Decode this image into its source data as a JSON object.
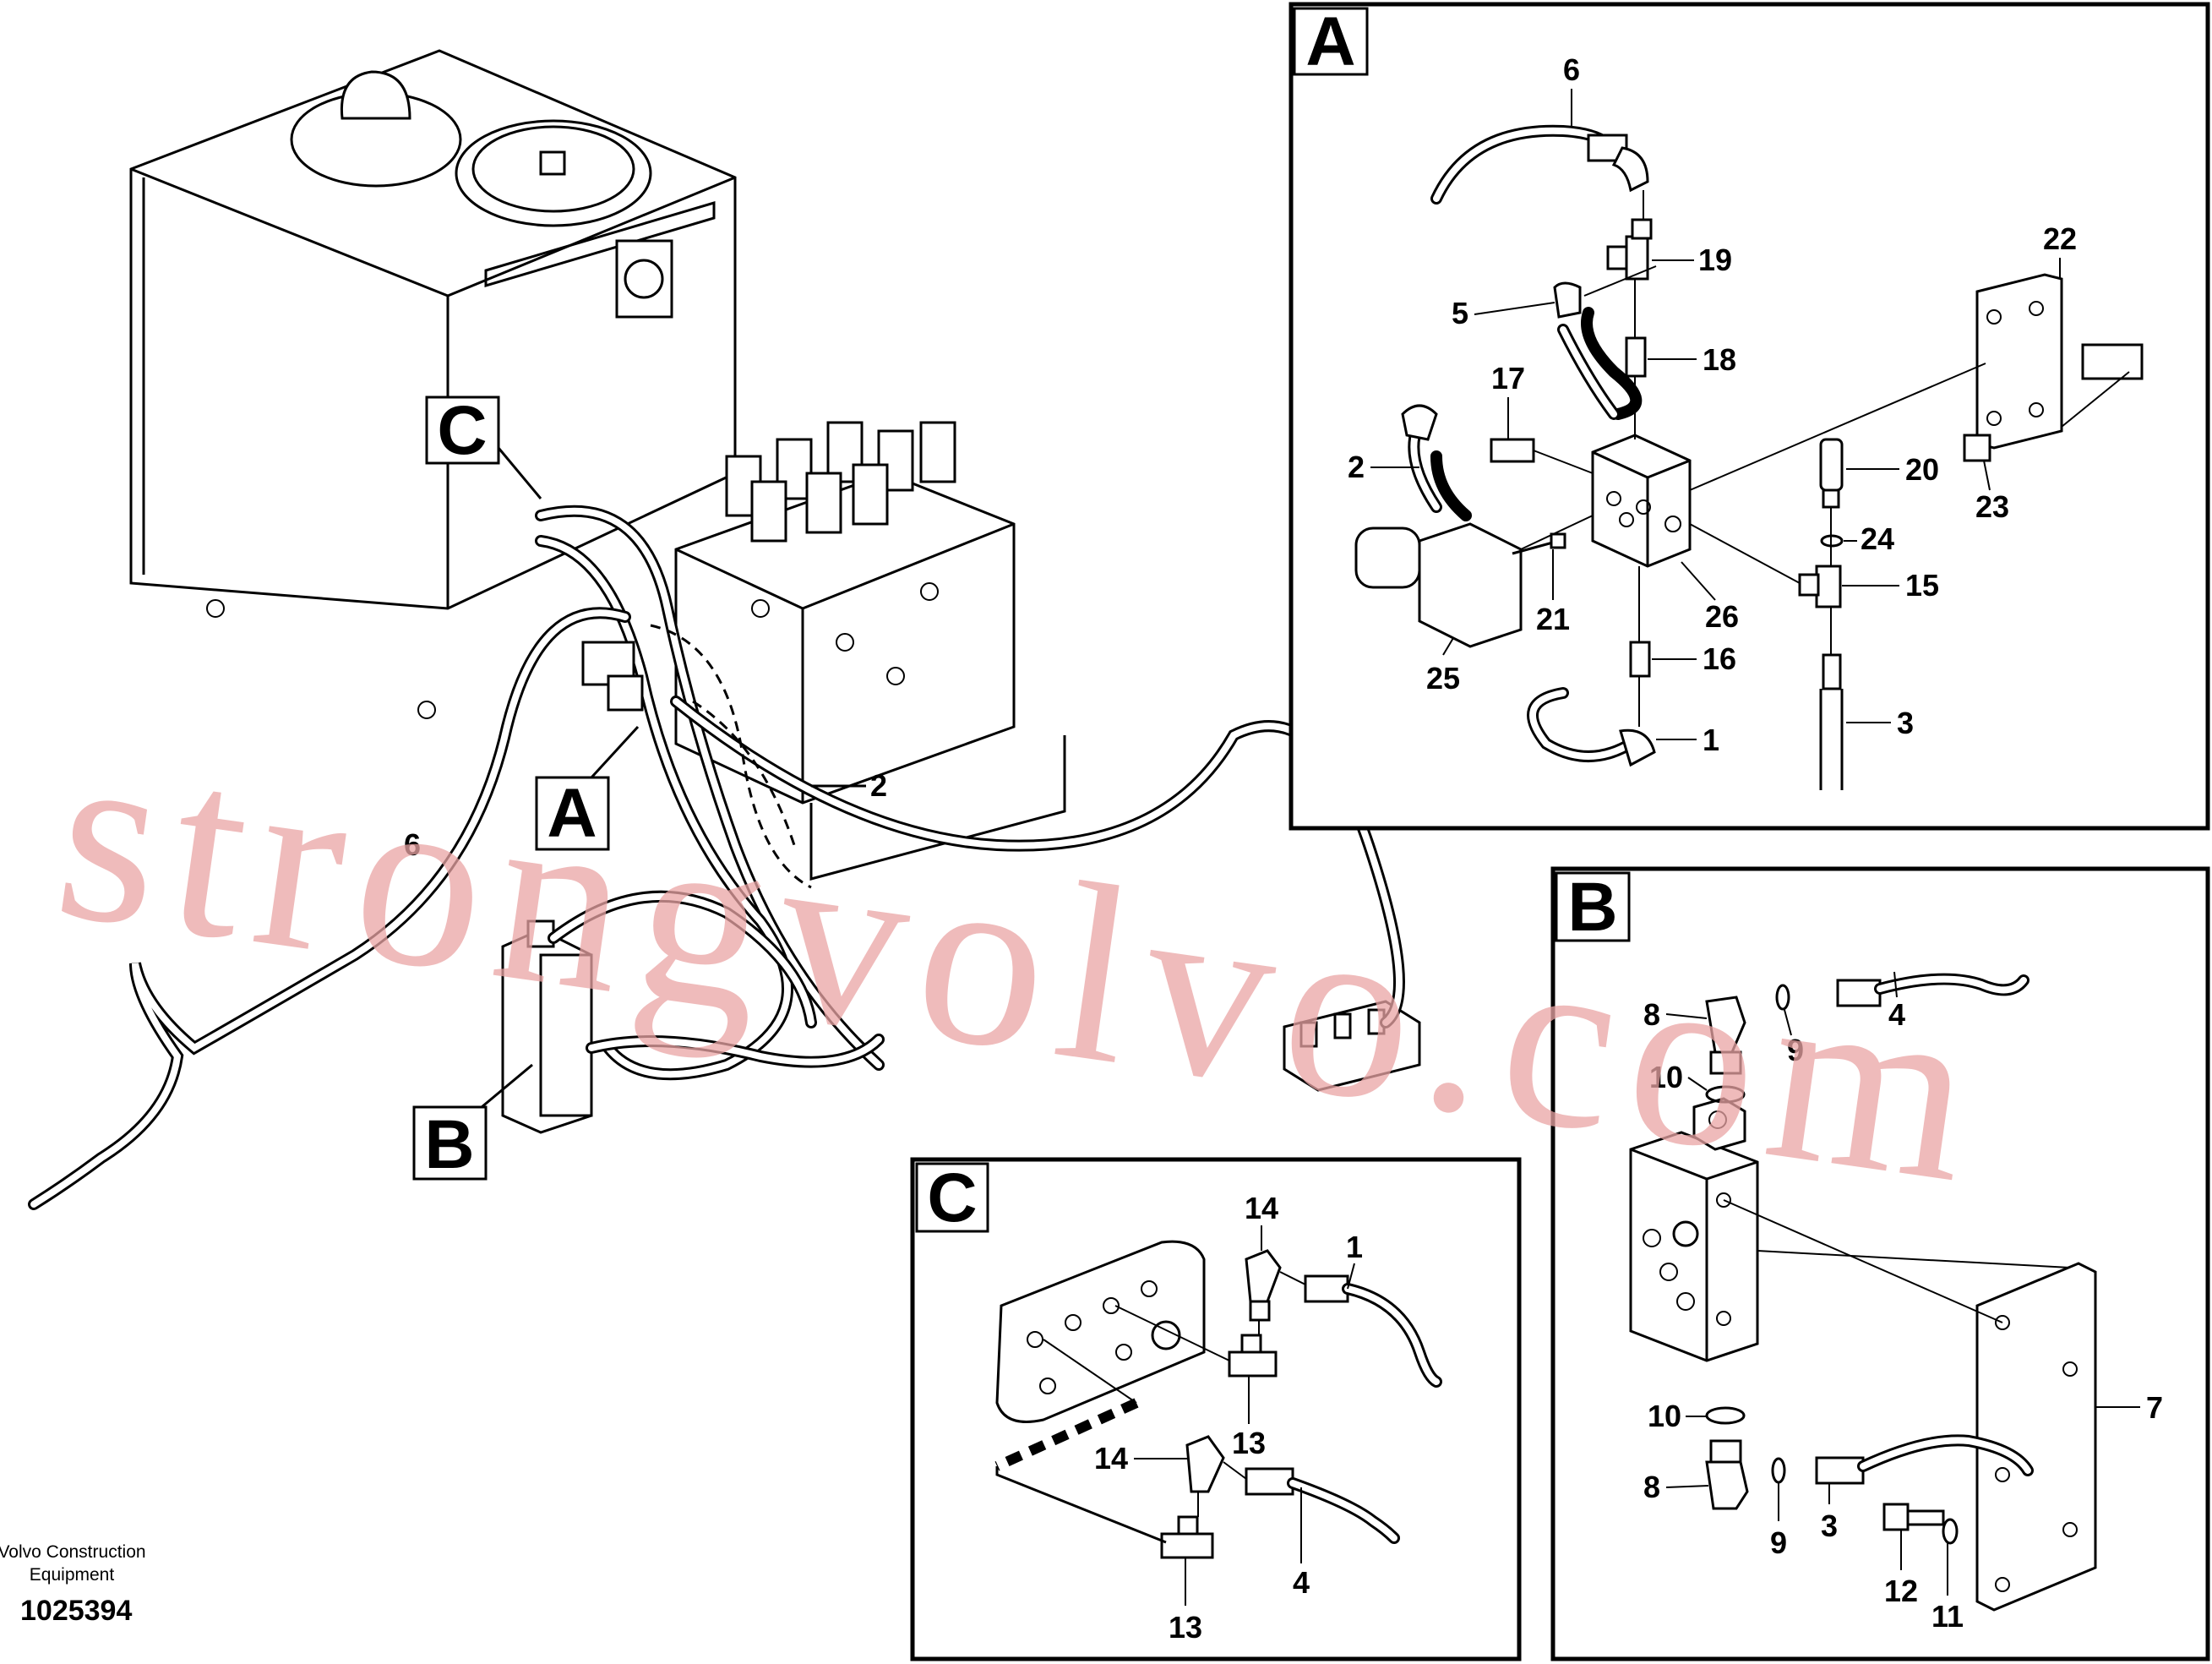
{
  "watermark": "strongvolvo.com",
  "footer": {
    "line1": "Volvo Construction",
    "line2": "Equipment",
    "drawing_number": "1025394"
  },
  "overview": {
    "ref_a": "A",
    "ref_b": "B",
    "ref_c": "C",
    "labels": {
      "hose_2": "2",
      "hose_6": "6"
    }
  },
  "detail_a": {
    "title": "A",
    "labels": {
      "p6": "6",
      "p19": "19",
      "p22": "22",
      "p5": "5",
      "p18": "18",
      "p17": "17",
      "p2": "2",
      "p20": "20",
      "p23": "23",
      "p24": "24",
      "p15": "15",
      "p21": "21",
      "p26": "26",
      "p16": "16",
      "p25": "25",
      "p1": "1",
      "p3": "3"
    }
  },
  "detail_b": {
    "title": "B",
    "labels": {
      "p8a": "8",
      "p9a": "9",
      "p4": "4",
      "p10a": "10",
      "p7": "7",
      "p10b": "10",
      "p8b": "8",
      "p9b": "9",
      "p3": "3",
      "p12": "12",
      "p11": "11"
    }
  },
  "detail_c": {
    "title": "C",
    "labels": {
      "p14a": "14",
      "p1": "1",
      "p13a": "13",
      "p14b": "14",
      "p4": "4",
      "p13b": "13"
    }
  }
}
